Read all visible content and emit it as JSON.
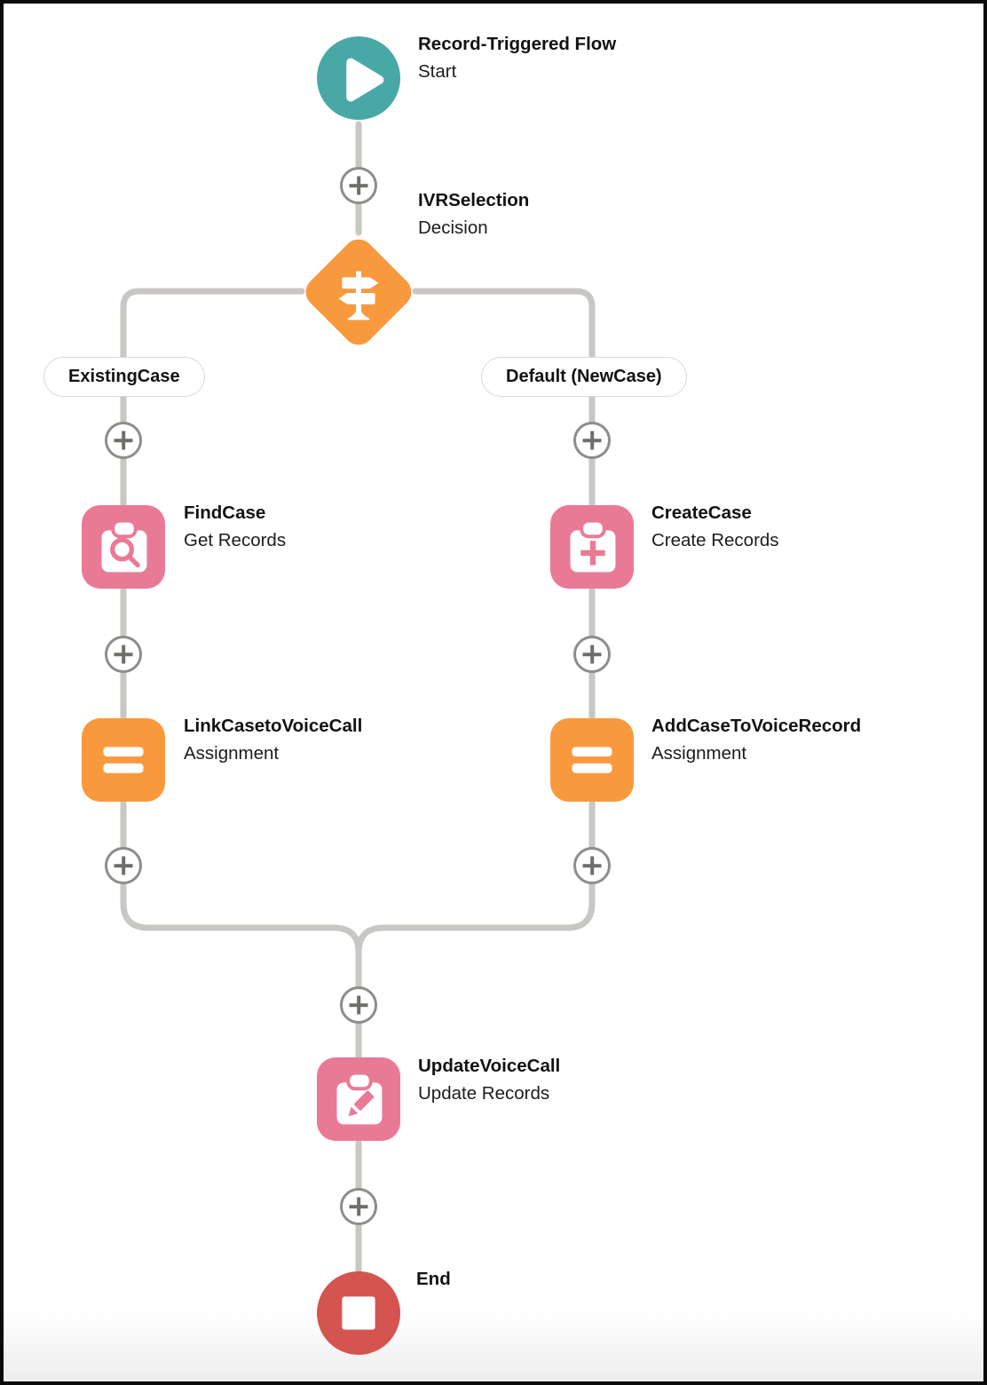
{
  "flow": {
    "start": {
      "title": "Record-Triggered Flow",
      "subtitle": "Start"
    },
    "decision": {
      "title": "IVRSelection",
      "subtitle": "Decision"
    },
    "branches": {
      "left_label": "ExistingCase",
      "right_label": "Default (NewCase)"
    },
    "find_case": {
      "title": "FindCase",
      "subtitle": "Get Records"
    },
    "create_case": {
      "title": "CreateCase",
      "subtitle": "Create Records"
    },
    "link_case": {
      "title": "LinkCasetoVoiceCall",
      "subtitle": "Assignment"
    },
    "add_case": {
      "title": "AddCaseToVoiceRecord",
      "subtitle": "Assignment"
    },
    "update_voice_call": {
      "title": "UpdateVoiceCall",
      "subtitle": "Update Records"
    },
    "end": {
      "title": "End"
    }
  },
  "colors": {
    "teal": "#48a8a5",
    "orange": "#f9993e",
    "pink": "#e97a96",
    "red": "#d4544f",
    "connector": "#c9c7c3"
  }
}
